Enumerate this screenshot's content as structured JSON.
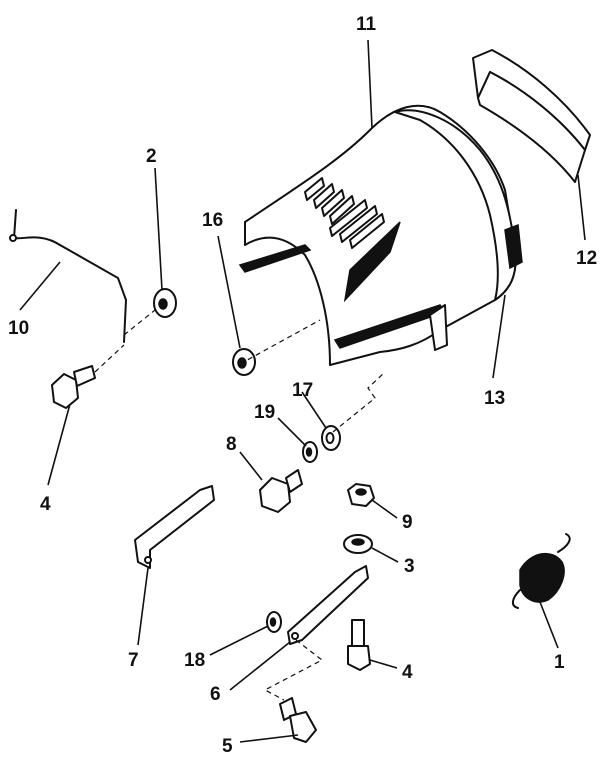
{
  "callouts": {
    "c1": "1",
    "c2": "2",
    "c3": "3",
    "c4a": "4",
    "c4b": "4",
    "c5": "5",
    "c6": "6",
    "c7": "7",
    "c8": "8",
    "c9": "9",
    "c10": "10",
    "c11": "11",
    "c12": "12",
    "c13": "13",
    "c16": "16",
    "c17": "17",
    "c18": "18",
    "c19": "19"
  }
}
